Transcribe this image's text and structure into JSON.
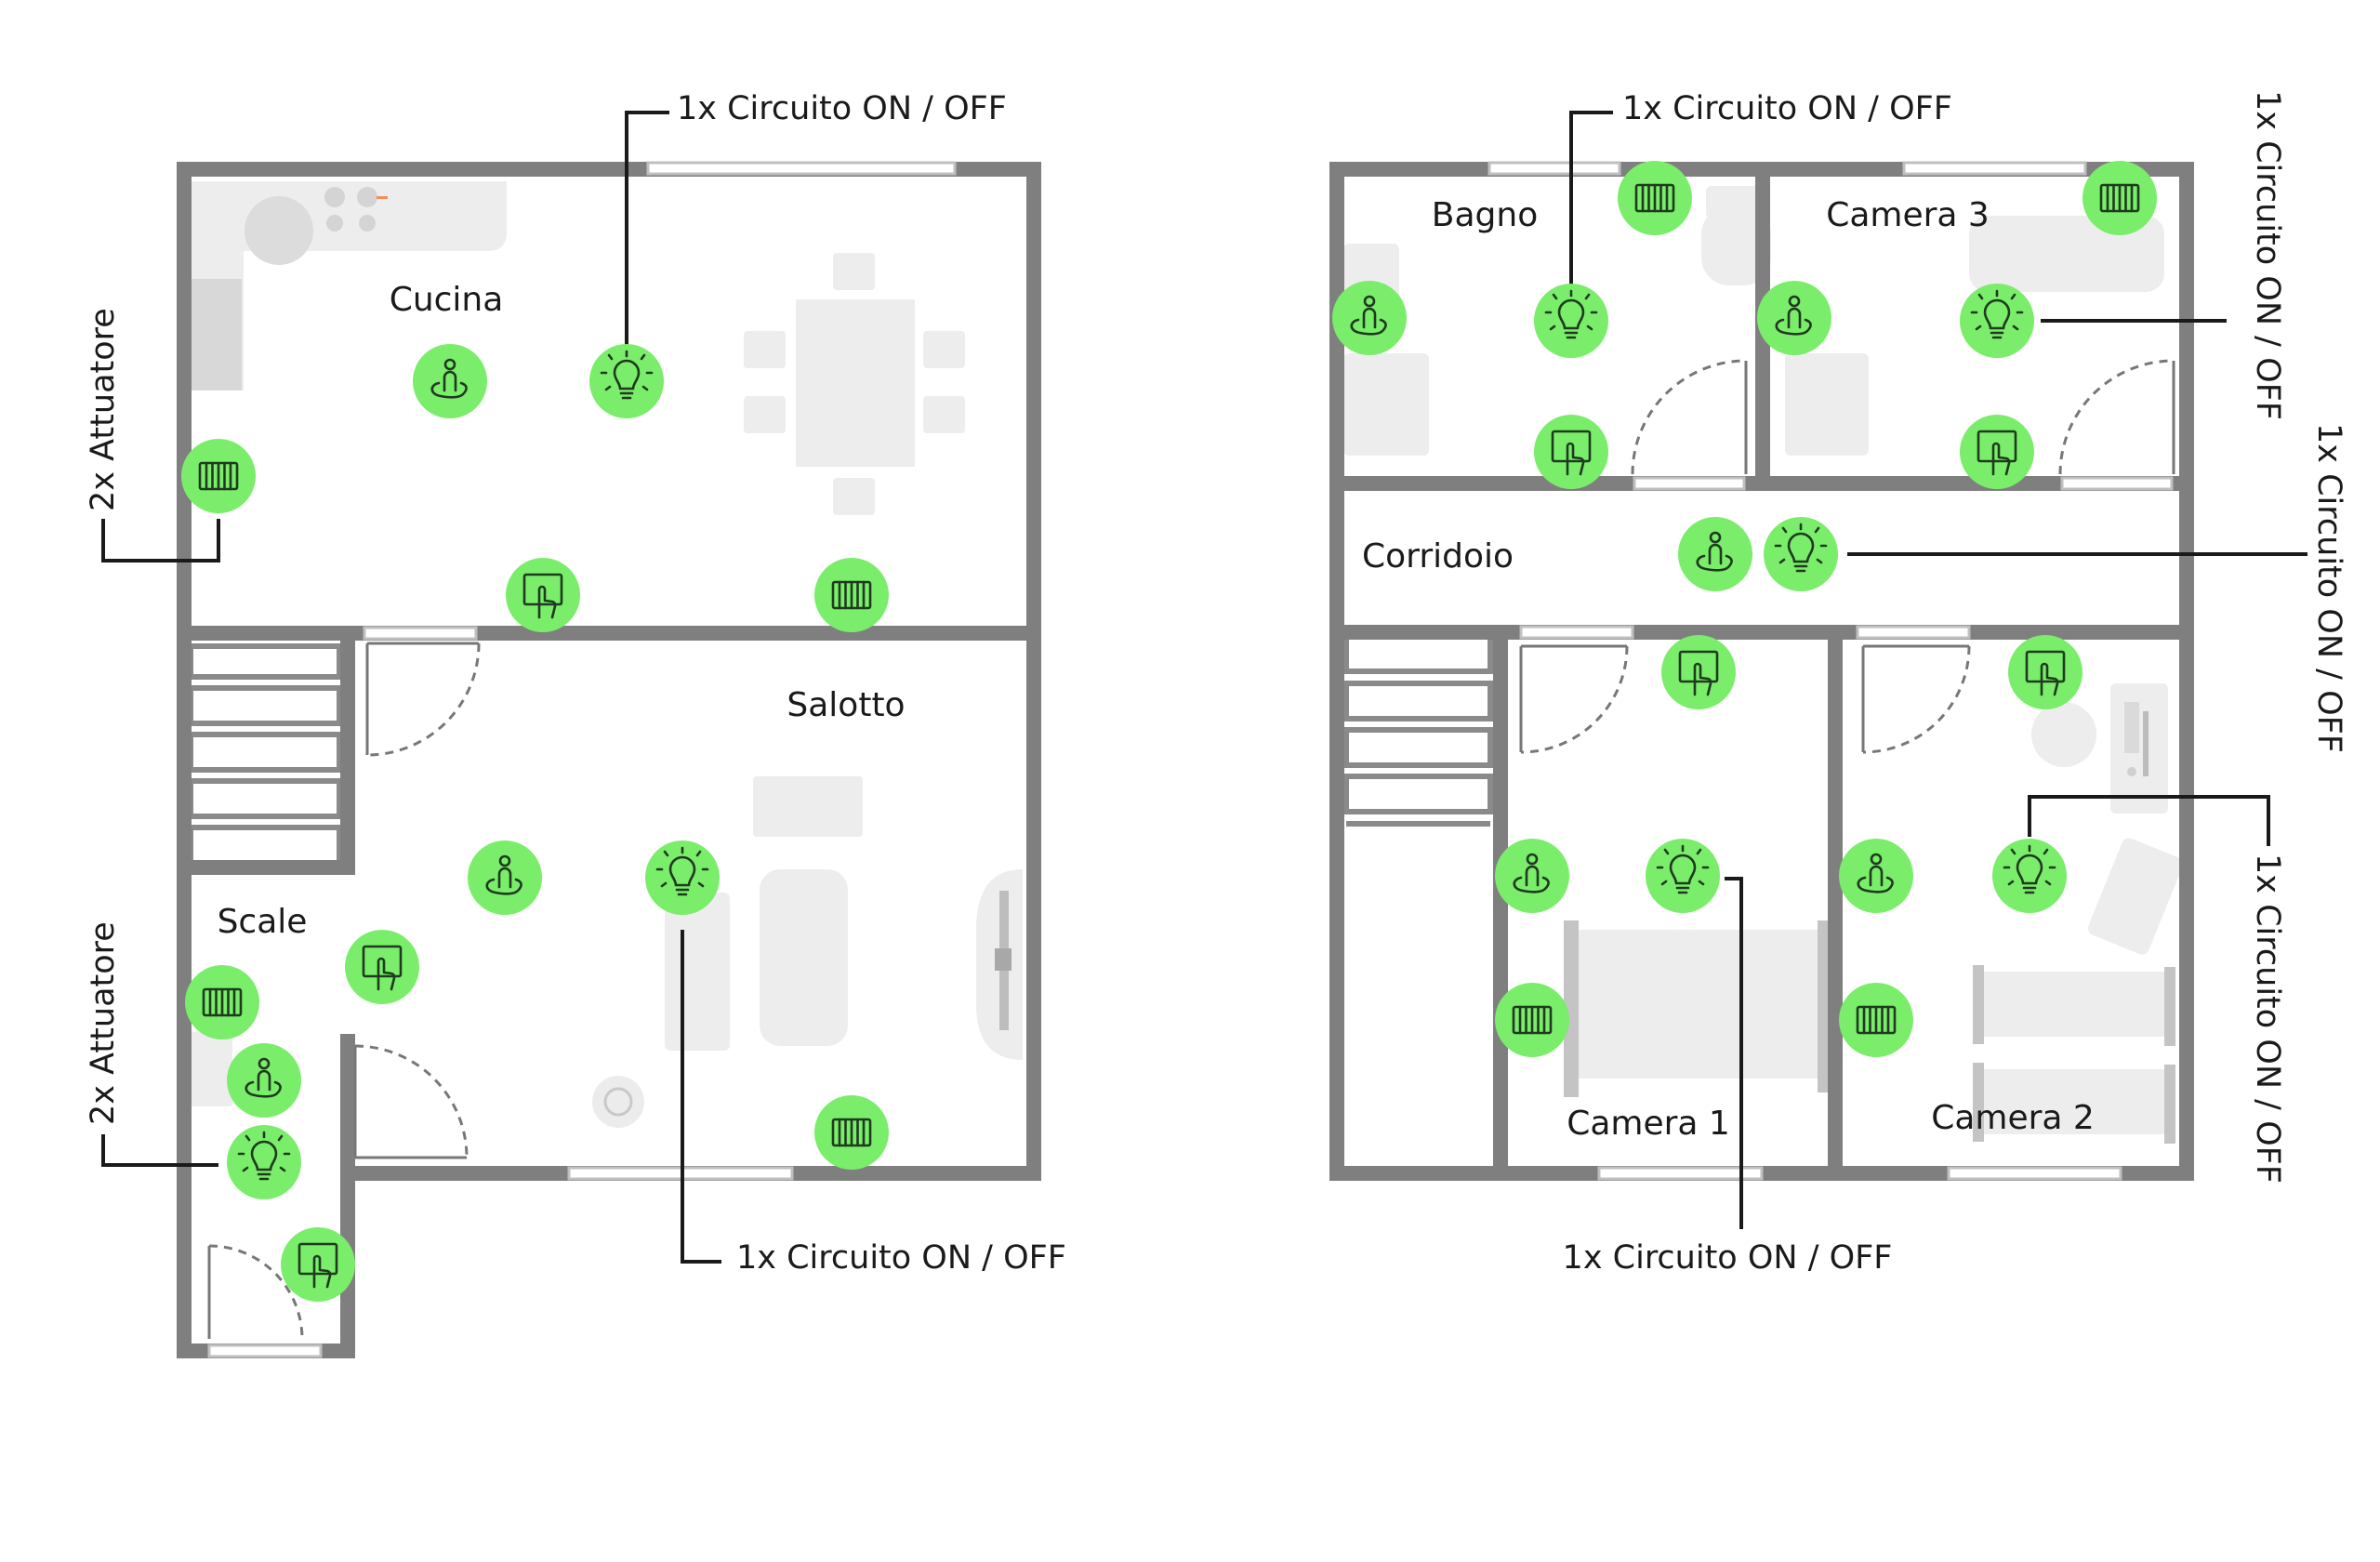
{
  "rooms": {
    "cucina": "Cucina",
    "salotto": "Salotto",
    "scale": "Scale",
    "bagno": "Bagno",
    "camera3": "Camera 3",
    "corridoio": "Corridoio",
    "camera1": "Camera 1",
    "camera2": "Camera 2"
  },
  "callouts": {
    "ground_light_top": "1x Circuito ON / OFF",
    "ground_actuator_kitchen": "2x Attuatore",
    "ground_actuator_stairs": "2x Attuatore",
    "ground_light_living": "1x Circuito ON / OFF",
    "upper_bagno": "1x Circuito ON / OFF",
    "upper_camera3": "1x Circuito ON / OFF",
    "upper_corridoio": "1x Circuito ON / OFF",
    "upper_camera2": "1x Circuito ON / OFF",
    "upper_camera1": "1x Circuito ON / OFF"
  },
  "device_legend": {
    "heating": "radiator-icon",
    "light": "light-bulb-icon",
    "presence": "presence-sensor-icon",
    "touch": "touch-panel-icon"
  },
  "colors": {
    "device_fill": "#7aed6a",
    "wall": "#7f7f7f",
    "furniture": "#ededed",
    "text": "#1a1a1a"
  }
}
